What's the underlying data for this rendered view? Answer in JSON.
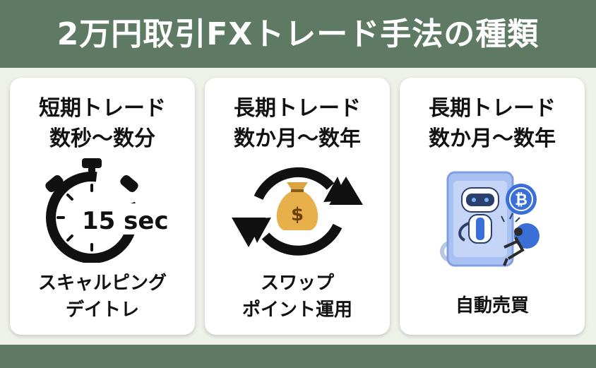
{
  "title": "2万円取引FXトレード手法の種類",
  "cards": [
    {
      "heading_line1": "短期トレード",
      "heading_line2": "数秒〜数分",
      "timer_text": "15 sec",
      "method_line1": "スキャルピング",
      "method_line2": "デイトレ"
    },
    {
      "heading_line1": "長期トレード",
      "heading_line2": "数か月〜数年",
      "bag_symbol": "$",
      "method_line1": "スワップ",
      "method_line2": "ポイント運用"
    },
    {
      "heading_line1": "長期トレード",
      "heading_line2": "数か月〜数年",
      "coin_symbol": "₿",
      "method_line1": "自動売買"
    }
  ],
  "colors": {
    "background": "#5e7a64",
    "panel": "#eef0ea",
    "card": "#ffffff",
    "robot_bg": "#a9c1f2",
    "accent_blue": "#3a6fd8"
  },
  "icons": [
    "stopwatch-icon",
    "cycle-arrows-icon",
    "money-bag-icon",
    "robot-trading-illustration",
    "bitcoin-coin-icon"
  ]
}
